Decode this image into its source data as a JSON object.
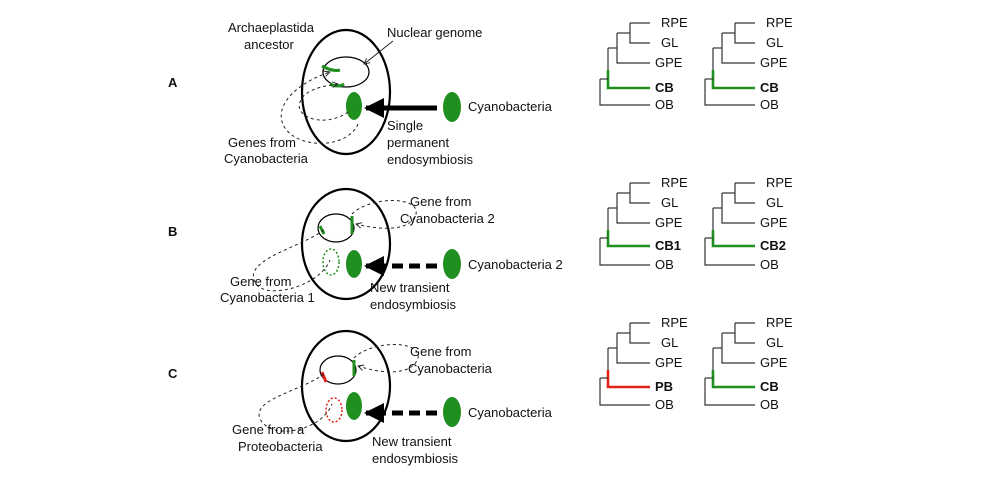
{
  "colors": {
    "plastid_green": "#1f8f1f",
    "proteobacteria_red": "#e2231a",
    "ink": "#111111"
  },
  "panels": [
    {
      "letter": "A",
      "labels": {
        "ancestor": [
          "Archaeplastida",
          "ancestor"
        ],
        "genome": "Nuclear genome",
        "genes": [
          "Genes from",
          "Cyanobacteria"
        ],
        "donor": "Cyanobacteria",
        "event": [
          "Single",
          "permanent",
          "endosymbiosis"
        ]
      },
      "trees": [
        {
          "leaves": [
            "RPE",
            "GL",
            "GPE",
            "CB",
            "OB"
          ],
          "highlight": "green"
        },
        {
          "leaves": [
            "RPE",
            "GL",
            "GPE",
            "CB",
            "OB"
          ],
          "highlight": "green"
        }
      ]
    },
    {
      "letter": "B",
      "labels": {
        "gene_top": [
          "Gene from",
          "Cyanobacteria 2"
        ],
        "gene_bottom": [
          "Gene from",
          "Cyanobacteria 1"
        ],
        "donor": "Cyanobacteria 2",
        "event": [
          "New transient",
          "endosymbiosis"
        ]
      },
      "trees": [
        {
          "leaves": [
            "RPE",
            "GL",
            "GPE",
            "CB1",
            "OB"
          ],
          "highlight": "green"
        },
        {
          "leaves": [
            "RPE",
            "GL",
            "GPE",
            "CB2",
            "OB"
          ],
          "highlight": "green"
        }
      ]
    },
    {
      "letter": "C",
      "labels": {
        "gene_top": [
          "Gene from",
          "Cyanobacteria"
        ],
        "gene_bottom": [
          "Gene from a",
          "Proteobacteria"
        ],
        "donor": "Cyanobacteria",
        "event": [
          "New transient",
          "endosymbiosis"
        ]
      },
      "trees": [
        {
          "leaves": [
            "RPE",
            "GL",
            "GPE",
            "PB",
            "OB"
          ],
          "highlight": "red"
        },
        {
          "leaves": [
            "RPE",
            "GL",
            "GPE",
            "CB",
            "OB"
          ],
          "highlight": "green"
        }
      ]
    }
  ]
}
